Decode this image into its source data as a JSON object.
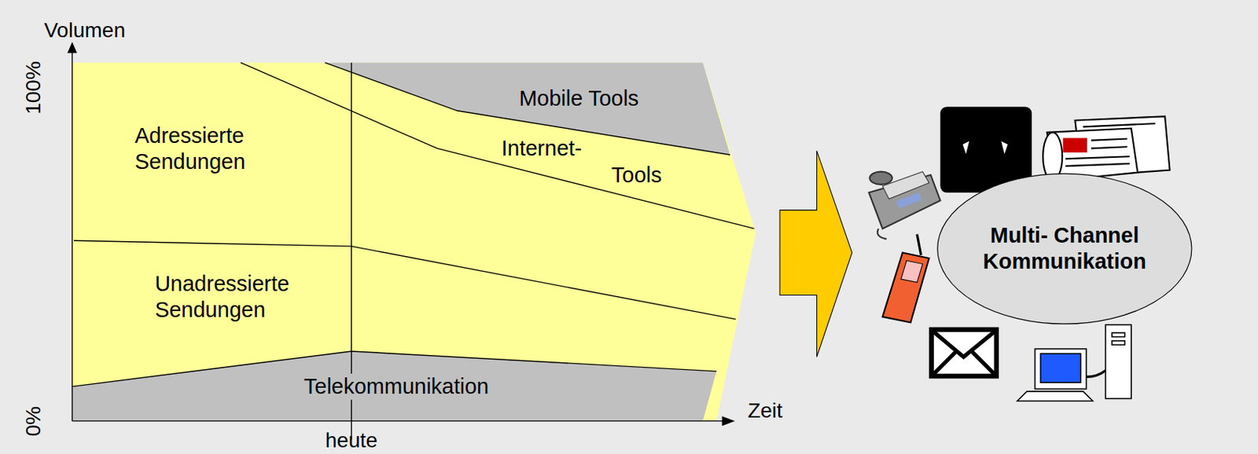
{
  "diagram": {
    "nodes": [
      {
        "text": [
          "Multi- Channel Kommunikation"
        ]
      }
    ],
    "labels": [
      "Volumen",
      "100%",
      "0%",
      "heute",
      "Zeit",
      "Adressierte Sendungen",
      "Unadressierte Sendungen",
      "Telekommunikation",
      "Mobile Tools",
      "Internet- Tools"
    ]
  }
}
